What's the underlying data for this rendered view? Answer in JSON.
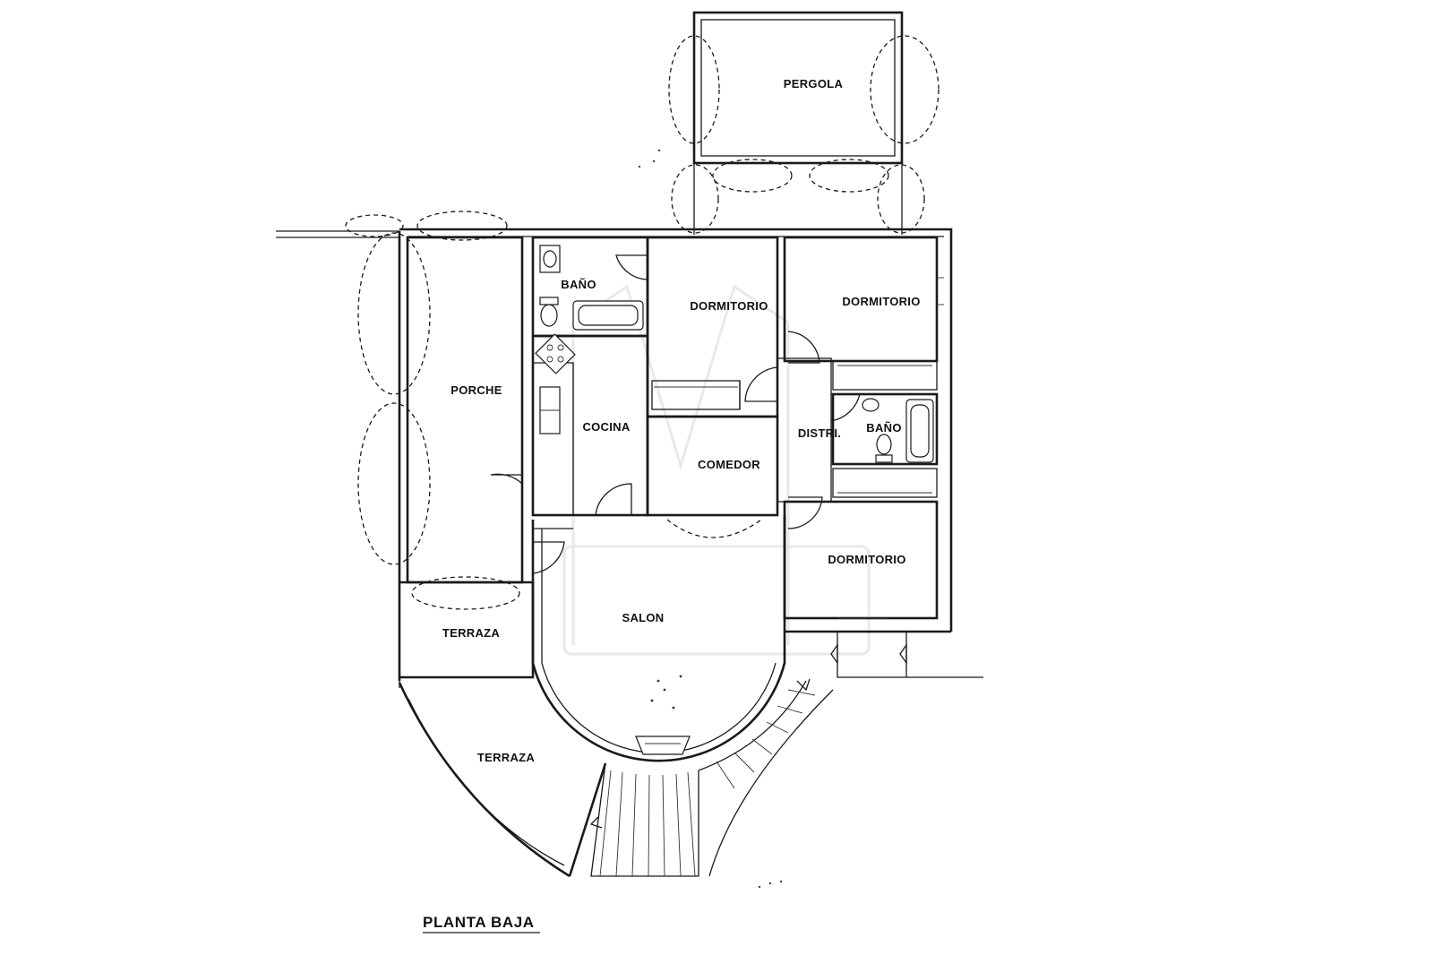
{
  "plan": {
    "title": "PLANTA BAJA",
    "rooms": {
      "pergola": "PERGOLA",
      "bano_1": "BAÑO",
      "dormitorio_1": "DORMITORIO",
      "dormitorio_2": "DORMITORIO",
      "porche": "PORCHE",
      "cocina": "COCINA",
      "distribuidor": "DISTRI.",
      "bano_2": "BAÑO",
      "comedor": "COMEDOR",
      "dormitorio_3": "DORMITORIO",
      "salon": "SALON",
      "terraza_1": "TERRAZA",
      "terraza_2": "TERRAZA"
    }
  }
}
